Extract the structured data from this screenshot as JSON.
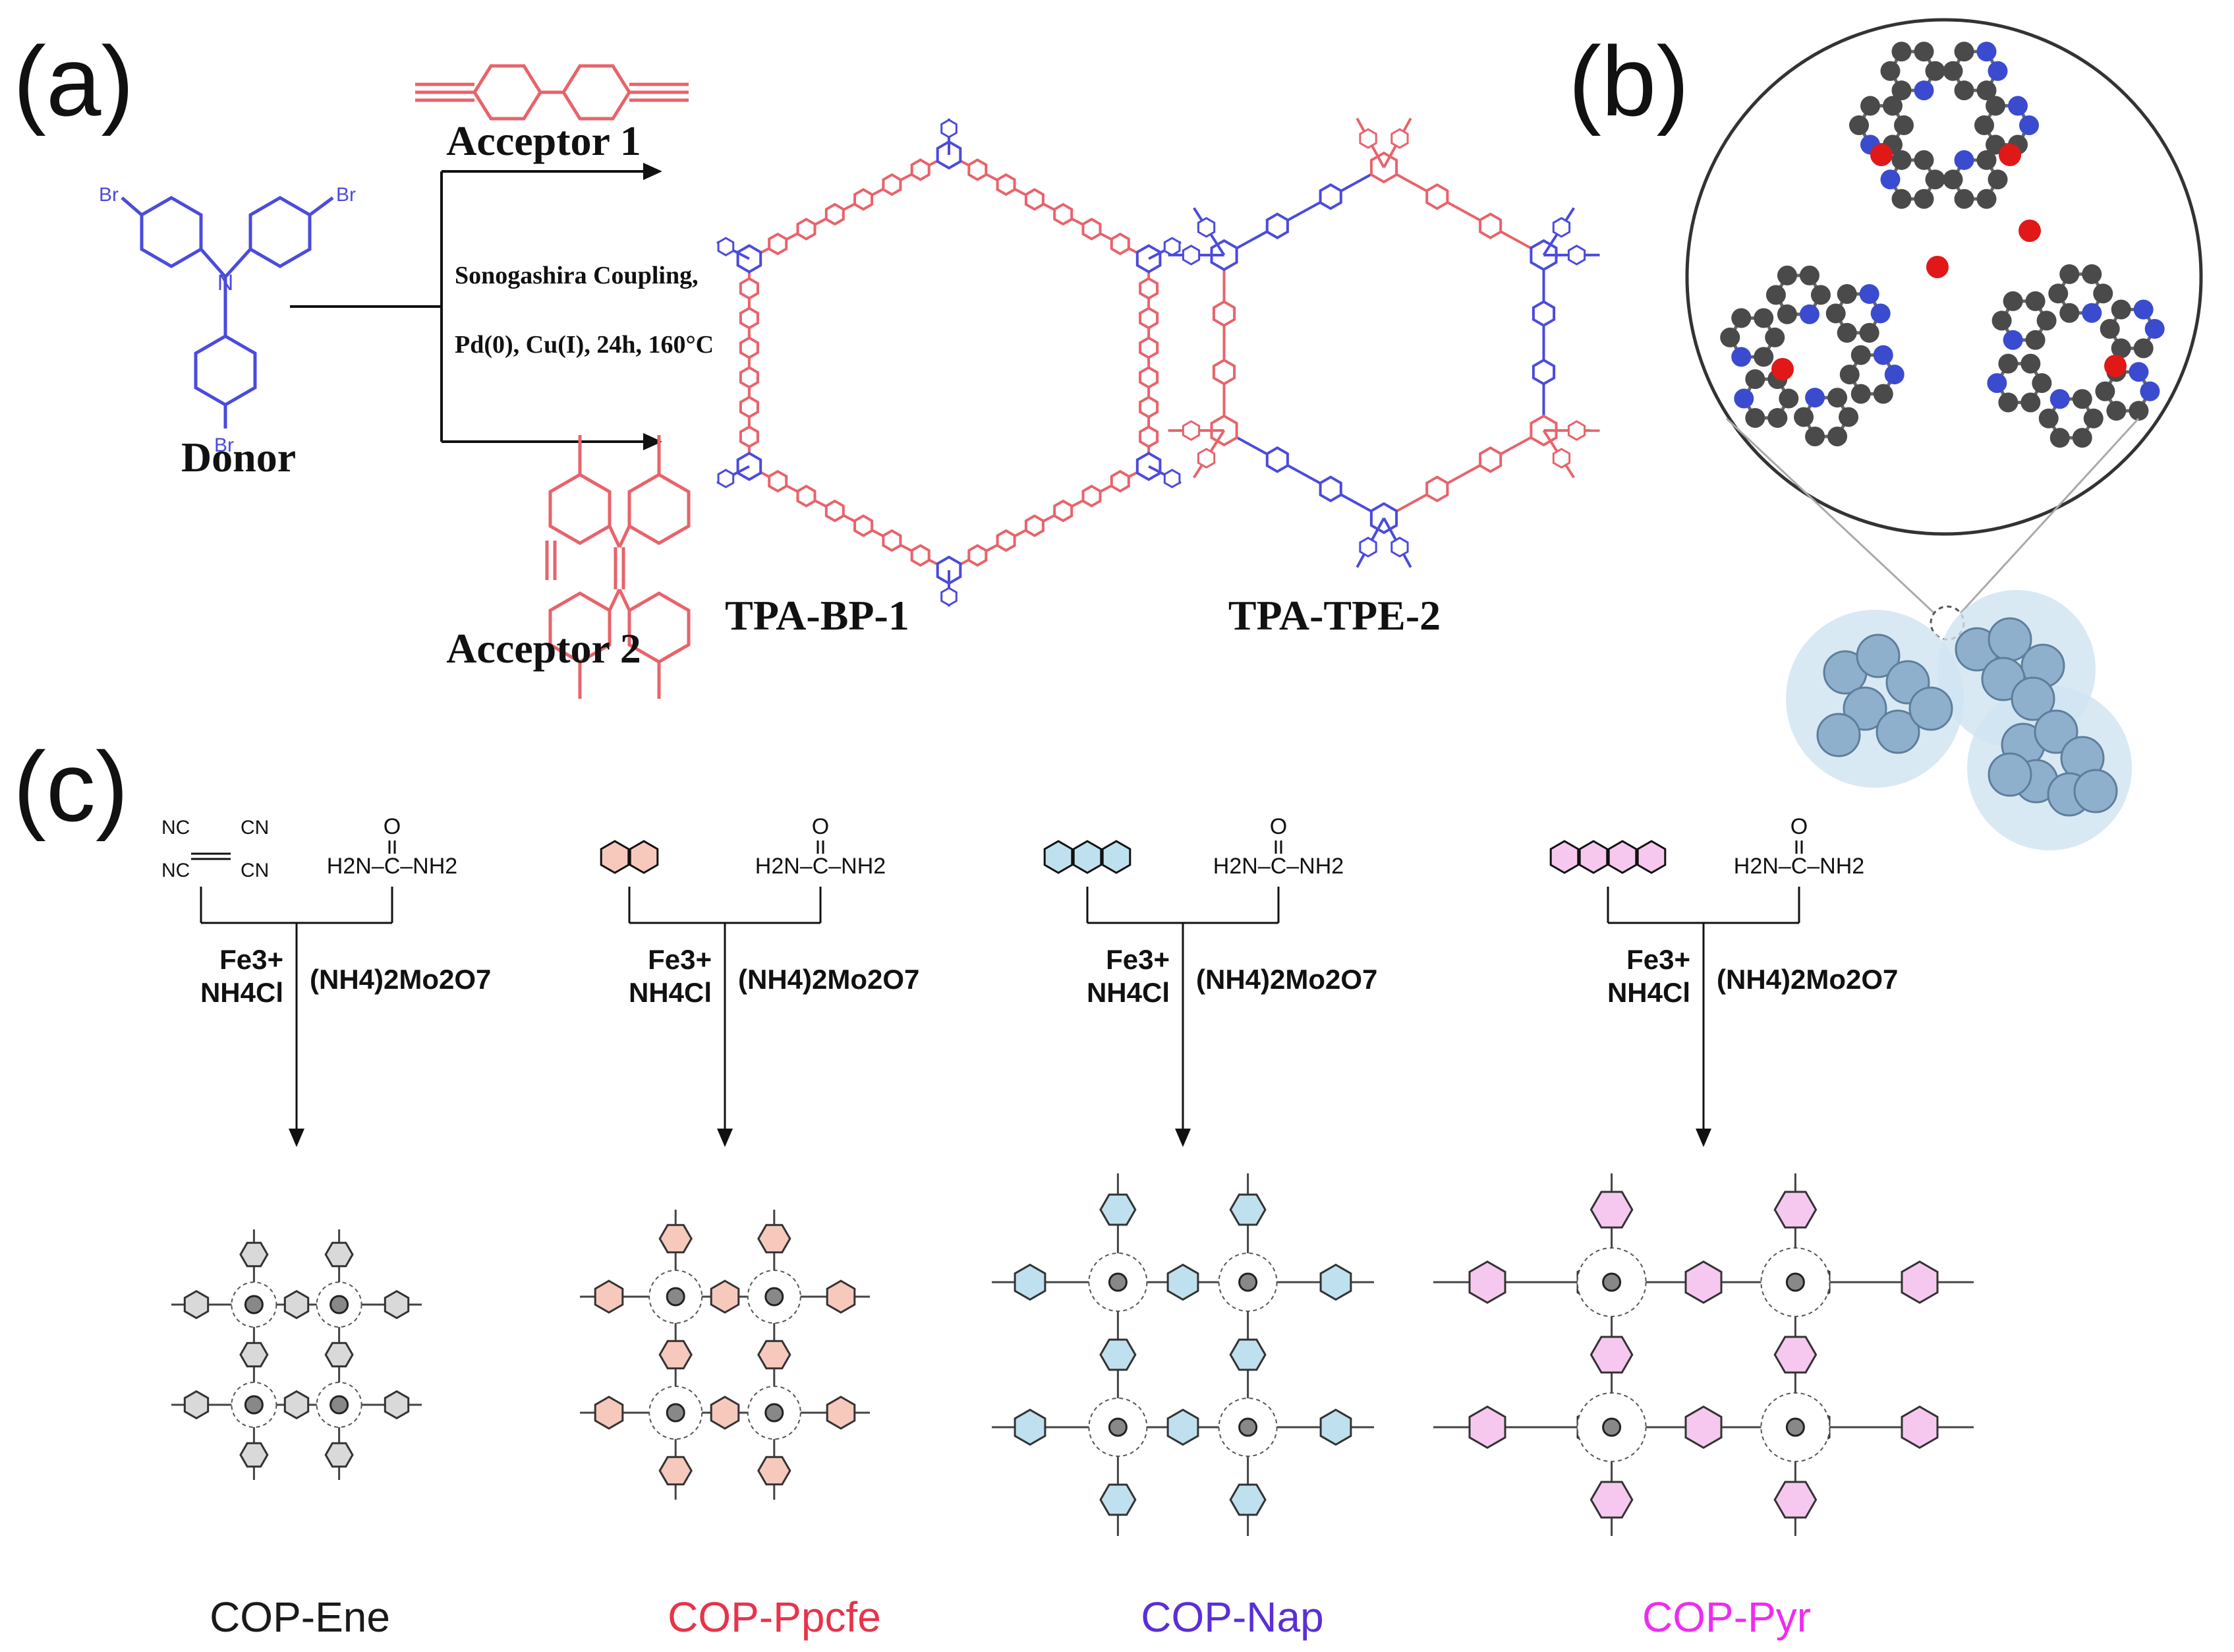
{
  "panel_labels": {
    "a": "(a)",
    "b": "(b)",
    "c": "(c)"
  },
  "panel_a": {
    "donor_label": "Donor",
    "donor_substituent": "Br",
    "acceptor1_label": "Acceptor 1",
    "acceptor2_label": "Acceptor 2",
    "conditions_line1": "Sonogashira Coupling,",
    "conditions_line2": "Pd(0), Cu(I), 24h, 160°C",
    "product1": "TPA-BP-1",
    "product2": "TPA-TPE-2",
    "donor_atom": "N",
    "colors": {
      "donor": "#4b4bdc",
      "acceptor": "#e8636b"
    }
  },
  "panel_b": {
    "colors": {
      "carbon": "#4a4a4a",
      "nitrogen": "#3a4bd0",
      "oxygen": "#e01818",
      "particle": "#8fb0cc"
    }
  },
  "panel_c": {
    "metal_reagents": [
      "Fe3+",
      "NH4Cl"
    ],
    "catalyst": "(NH4)2Mo2O7",
    "urea": "H2N–C–NH2",
    "urea_o": "O",
    "cn_label": "NC",
    "cn_label2": "CN",
    "products": [
      {
        "name": "COP-Ene",
        "color": "#1a1a1a",
        "fill": "#d9d9d9"
      },
      {
        "name": "COP-Ppcfe",
        "color": "#e8334a",
        "fill": "#f6c9bc"
      },
      {
        "name": "COP-Nap",
        "color": "#5a2fd6",
        "fill": "#bfe0ee"
      },
      {
        "name": "COP-Pyr",
        "color": "#ee2cf0",
        "fill": "#f6c8ef"
      }
    ]
  }
}
